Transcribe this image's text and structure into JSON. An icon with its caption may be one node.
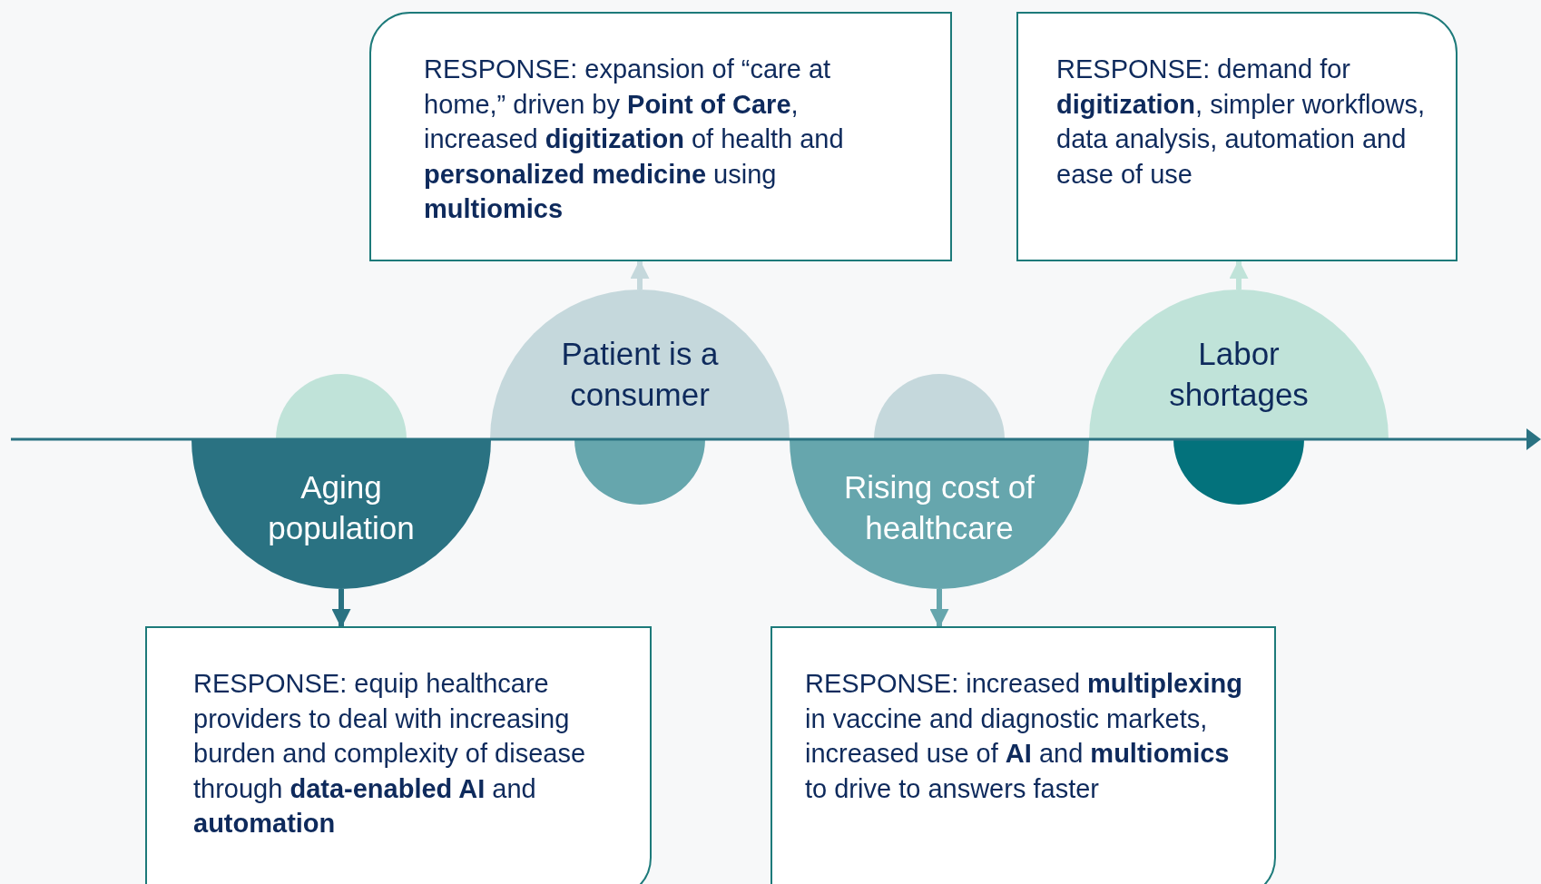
{
  "diagram": {
    "nodes": [
      {
        "text": [
          "RESPONSE: expansion of “care at home,” driven by **Point of Care**, increased **digitization** of health and **personalized medicine** using **multiomics**"
        ]
      },
      {
        "text": [
          "RESPONSE: demand for **digitization**, simpler workflows, data analysis, automation and ease of use"
        ]
      },
      {
        "text": [],
        "shape": "circle"
      },
      {
        "text": [
          "Aging population"
        ]
      },
      {
        "text": [
          "Patient is a consumer"
        ]
      },
      {
        "text": [],
        "shape": "circle"
      },
      {
        "text": [],
        "shape": "circle"
      },
      {
        "text": [
          "Rising cost of healthcare"
        ]
      },
      {
        "text": [
          "Labor shortages"
        ]
      },
      {
        "text": [],
        "shape": "circle"
      },
      {
        "text": [
          "RESPONSE: equip healthcare providers to deal with increasing burden and complexity of disease through **data-enabled AI** and **automation**"
        ]
      },
      {
        "text": [
          "RESPONSE: increased **multiplexing** in vaccine and diagnostic markets, increased use of **AI** and **multiomics** to drive to answers faster"
        ]
      }
    ],
    "edges": [
      {
        "from": 3,
        "to": 10,
        "arrow": "to",
        "color": "#2a7282"
      },
      {
        "from": 4,
        "to": 0,
        "arrow": "to",
        "color": "#c5d8dc"
      },
      {
        "from": 7,
        "to": 11,
        "arrow": "to",
        "color": "#66a6ad"
      },
      {
        "from": 8,
        "to": 1,
        "arrow": "to",
        "color": "#c0e3d9"
      }
    ]
  }
}
